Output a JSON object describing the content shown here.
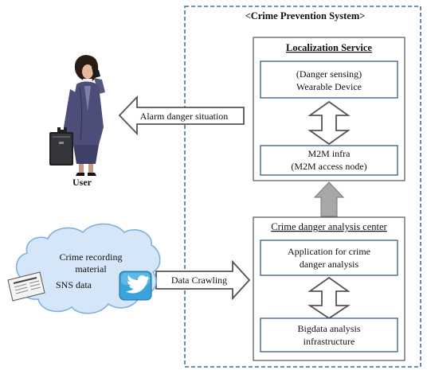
{
  "system": {
    "title": "<Crime Prevention System>"
  },
  "localization": {
    "title": "Localization Service",
    "device_line1": "(Danger sensing)",
    "device_line2": "Wearable Device",
    "m2m_line1": "M2M infra",
    "m2m_line2": "(M2M access node)"
  },
  "analysis_center": {
    "title": "Crime danger analysis center",
    "app_line1": "Application for crime",
    "app_line2": "danger analysis",
    "bigdata_line1": "Bigdata analysis",
    "bigdata_line2": "infrastructure"
  },
  "alarm": {
    "label": "Alarm danger situation"
  },
  "crawling": {
    "label": "Data Crawling"
  },
  "user": {
    "label": "User"
  },
  "cloud": {
    "line1": "Crime recording",
    "line2": "material",
    "sns": "SNS data"
  },
  "colors": {
    "system_border": "#3a6fa8",
    "box_border": "#3a5a8a",
    "hollow_arrow": "#555555",
    "gray_arrow": "#a8a8a8",
    "cloud_fill": "#d4e6f7",
    "cloud_stroke": "#7fb0de",
    "twitter_blue": "#3aa3dc"
  }
}
